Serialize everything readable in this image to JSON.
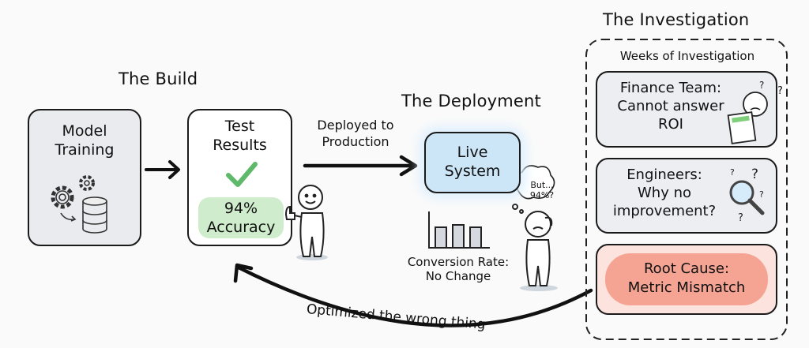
{
  "sections": {
    "build": "The Build",
    "deployment": "The Deployment",
    "investigation": "The Investigation"
  },
  "build": {
    "model_training": [
      "Model",
      "Training"
    ],
    "test_results": [
      "Test",
      "Results"
    ],
    "accuracy": [
      "94%",
      "Accuracy"
    ]
  },
  "deploy": {
    "arrow_label": [
      "Deployed to",
      "Production"
    ],
    "live_system": [
      "Live",
      "System"
    ],
    "thought": [
      "But...",
      "94%?"
    ],
    "chart_caption": [
      "Conversion Rate:",
      "No Change"
    ]
  },
  "investigation": {
    "group_label": "Weeks of Investigation",
    "finance": [
      "Finance Team:",
      "Cannot answer",
      "ROI"
    ],
    "engineers": [
      "Engineers:",
      "Why no",
      "improvement?"
    ],
    "root_cause": [
      "Root Cause:",
      "Metric Mismatch"
    ]
  },
  "feedback_label": "Optimized the wrong thing",
  "colors": {
    "gray_box": "#e9ebee",
    "green": "#cfeccc",
    "check": "#5fb96a",
    "blue_box": "#cde6f7",
    "root_bg": "#fde3dd",
    "root_pill": "#f5a493"
  }
}
